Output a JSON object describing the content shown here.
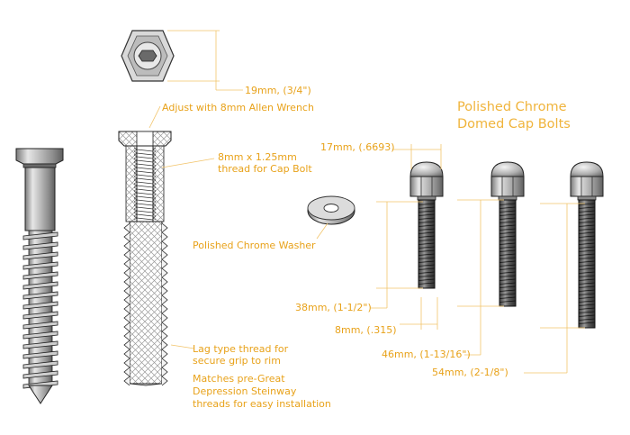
{
  "diagram": {
    "title_lines": [
      "Polished Chrome",
      "Domed Cap Bolts"
    ],
    "labels": {
      "nut_dimension": "19mm, (3/4\")",
      "adjust_note": "Adjust with 8mm Allen Wrench",
      "thread_spec": [
        "8mm x 1.25mm",
        "thread for Cap Bolt"
      ],
      "washer": "Polished Chrome Washer",
      "lag_thread": [
        "Lag type thread for",
        "secure grip to rim"
      ],
      "steinway_note": [
        "Matches pre-Great",
        "Depression Steinway",
        "threads for easy installation"
      ],
      "cap_head_width": "17mm, (.6693)",
      "bolt_38": "38mm, (1-1/2\")",
      "shank_diameter": "8mm, (.315)",
      "bolt_46": "46mm, (1-13/16\")",
      "bolt_54": "54mm, (2-1/8\")"
    },
    "colors": {
      "annotation": "#e8a21a",
      "annotation_line": "#f2c46a",
      "metal": "#b8b8b8",
      "outline": "#2a2a2a"
    }
  }
}
